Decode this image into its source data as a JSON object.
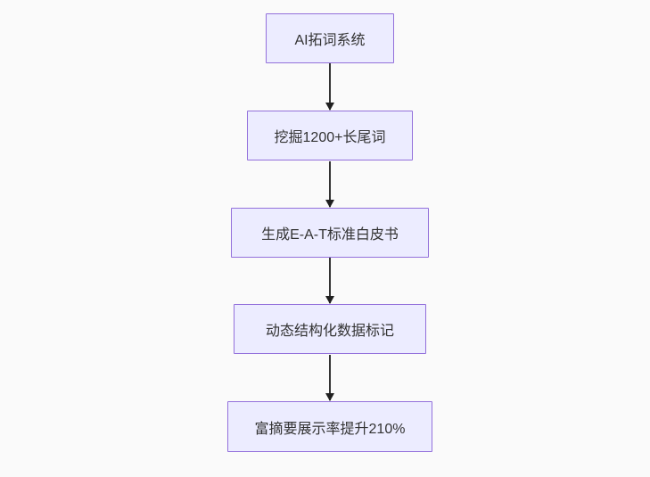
{
  "diagram": {
    "type": "flowchart",
    "direction": "top-down",
    "nodes": [
      {
        "id": "n0",
        "label": "AI拓词系统"
      },
      {
        "id": "n1",
        "label": "挖掘1200+长尾词"
      },
      {
        "id": "n2",
        "label": "生成E-A-T标准白皮书"
      },
      {
        "id": "n3",
        "label": "动态结构化数据标记"
      },
      {
        "id": "n4",
        "label": "富摘要展示率提升210%"
      }
    ],
    "edges": [
      {
        "from": "n0",
        "to": "n1"
      },
      {
        "from": "n1",
        "to": "n2"
      },
      {
        "from": "n2",
        "to": "n3"
      },
      {
        "from": "n3",
        "to": "n4"
      }
    ],
    "colors": {
      "node_fill": "#ECECFF",
      "node_border": "#9370DB",
      "text": "#333333",
      "arrow": "#333333",
      "background": "#fafafa"
    }
  }
}
